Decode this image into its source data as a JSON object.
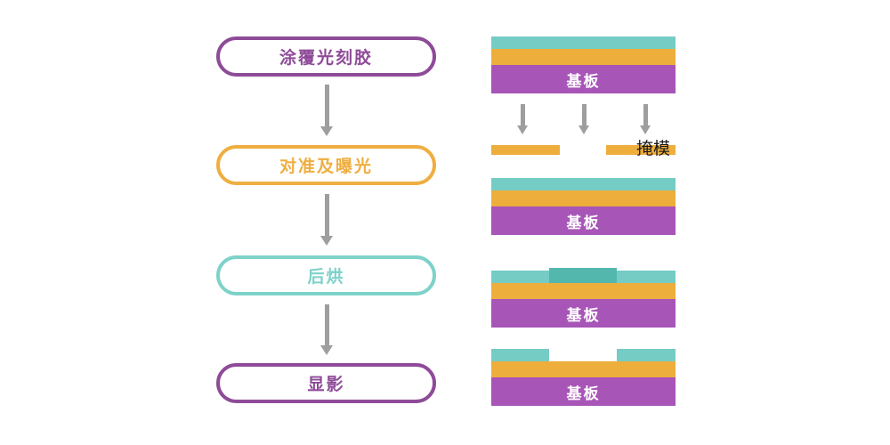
{
  "flowchart": {
    "arrow_color": "#9e9e9e",
    "steps": [
      {
        "label": "涂覆光刻胶",
        "color": "#8e4b98"
      },
      {
        "label": "对准及曝光",
        "color": "#efae41"
      },
      {
        "label": "后烘",
        "color": "#7dd2c9"
      },
      {
        "label": "显影",
        "color": "#8e4b98"
      }
    ]
  },
  "process": {
    "colors": {
      "photoresist": "#74ccc4",
      "exposed_photoresist": "#53b7ae",
      "oxide": "#edae3c",
      "substrate": "#a855b8",
      "mask": "#edae3c",
      "arrow": "#9e9e9e",
      "substrate_text": "#ffffff",
      "mask_text": "#1a1a1a"
    },
    "exposure": {
      "mask_label": "掩模",
      "arrow_count": 3
    },
    "sections": [
      {
        "id": "after-coating",
        "substrate_label": "基板"
      },
      {
        "id": "after-exposure",
        "substrate_label": "基板"
      },
      {
        "id": "after-postbake",
        "substrate_label": "基板"
      },
      {
        "id": "after-develop",
        "substrate_label": "基板"
      }
    ]
  },
  "icons": {
    "down_arrow": "↓"
  }
}
